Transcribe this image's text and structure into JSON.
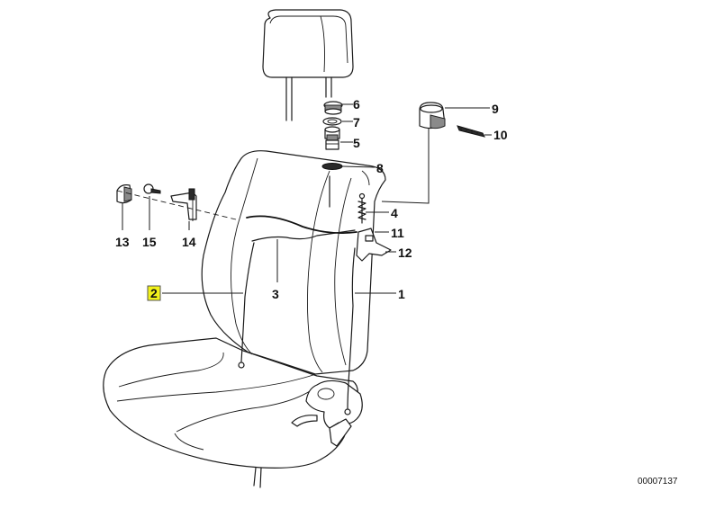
{
  "labels": {
    "p1": "1",
    "p2": "2",
    "p3": "3",
    "p4": "4",
    "p5": "5",
    "p6": "6",
    "p7": "7",
    "p8": "8",
    "p9": "9",
    "p10": "10",
    "p11": "11",
    "p12": "12",
    "p13": "13",
    "p14": "14",
    "p15": "15"
  },
  "highlighted_part": "2",
  "diagram_code": "00007137",
  "colors": {
    "highlight": "#f2f21a",
    "line": "#1a1a1a"
  }
}
